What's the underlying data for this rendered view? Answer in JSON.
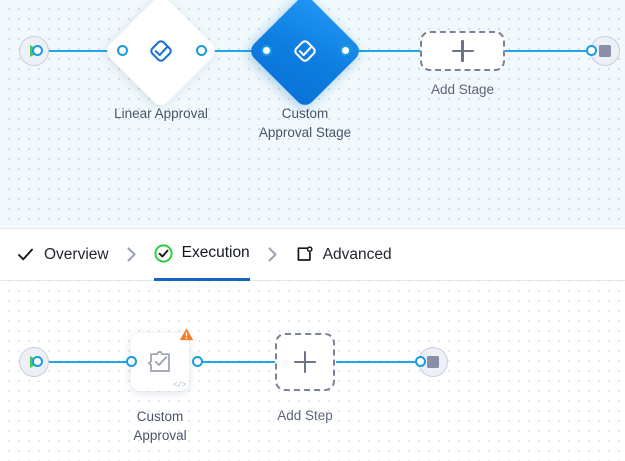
{
  "stage_canvas": {
    "name": "stage-flow-canvas",
    "background_color": "#f1f9fc",
    "grid": "dots",
    "edge_color": "#21a5e8",
    "start_node": {
      "label": "",
      "icon": "play-icon",
      "icon_color": "#49c85a"
    },
    "end_node": {
      "label": "",
      "icon": "stop-icon",
      "icon_color": "#8a8fa8"
    },
    "stages": [
      {
        "label": "Linear Approval",
        "icon": "approval-diamond-icon",
        "selected": false,
        "fill": "#ffffff",
        "icon_color": "#1a73d4"
      },
      {
        "label": "Custom\nApproval Stage",
        "icon": "approval-diamond-icon",
        "selected": true,
        "fill": "#0d7de0",
        "icon_color": "#ffffff"
      }
    ],
    "add_stage": {
      "label": "Add Stage",
      "icon": "plus-icon"
    }
  },
  "tab_bar": {
    "active_tab": "Execution",
    "accent_color": "#1565c0",
    "separator_icon": "chevron-right-icon",
    "tabs": [
      {
        "label": "Overview",
        "icon": "check-icon",
        "active": false
      },
      {
        "label": "Execution",
        "icon": "check-circle-icon",
        "active": true,
        "icon_color": "#2ecc40"
      },
      {
        "label": "Advanced",
        "icon": "window-settings-icon",
        "active": false
      }
    ]
  },
  "step_canvas": {
    "name": "step-flow-canvas",
    "background_color": "#ffffff",
    "grid": "dots",
    "edge_color": "#21a5e8",
    "start_node": {
      "icon": "play-icon",
      "icon_color": "#49c85a"
    },
    "end_node": {
      "icon": "stop-icon",
      "icon_color": "#8a8fa8"
    },
    "steps": [
      {
        "label": "Custom\nApproval",
        "icon": "task-check-icon",
        "badge_icon": "warning-triangle-icon",
        "badge_color": "#f57c20",
        "corner_icon": "code-icon",
        "corner_glyph": "</>"
      }
    ],
    "add_step": {
      "label": "Add Step",
      "icon": "plus-icon"
    }
  }
}
